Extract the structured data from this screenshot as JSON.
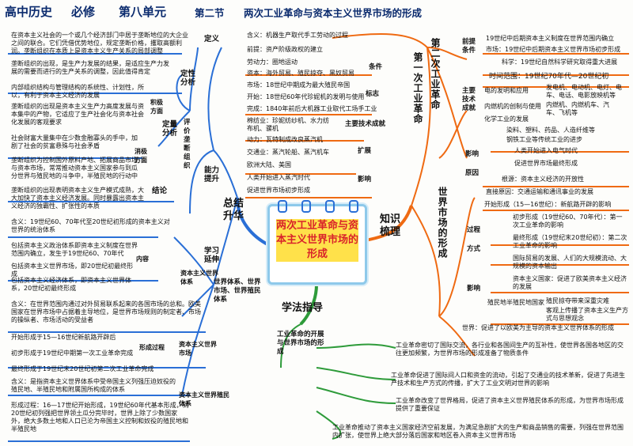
{
  "header": {
    "subject": "高中历史",
    "volume": "必修",
    "unit": "第八单元",
    "section": "第二节",
    "title": "两次工业革命与资本主义世界市场的形成"
  },
  "center": {
    "title": "两次工业革命与资本主义世界市场的形成"
  },
  "branches": {
    "summary": "总结升华",
    "knowledge": "知识梳理",
    "method": "学法指导"
  },
  "summary": {
    "ability": "能力提升",
    "review": "学习延伸",
    "evaluate": "评价垄断组织",
    "definition": "定义",
    "def_text": "在资本主义社会的一个或几个经济部门中居于垄断地位的大企业之间的联合。它们凭借优势地位，规定垄断价格，攫取高额利润。垄断组织在本质上是资本主义生产关系的局部调整",
    "ruleback": "定性分析",
    "rule_text": "垄断组织的出现，是生产力发展的结果，是适应生产力发展的需要而进行的生产关系的调整，因此值得肯定",
    "quant": "定量分析",
    "positive": "积极方面",
    "pos1": "内部组织结构与管理结构的系统性、计划性，所以，有利于资本主义经济的发展",
    "pos2": "垄断组织的出现是资本主义生产力高度发展与资本集中的产物，它适应了生产社会化与资本社会化发展的客观要求",
    "negative": "消极方面",
    "neg1": "社会财富大量集中在少数金融寡头的手中，加剧了社会的贫富悬殊与社会矛盾",
    "neg2": "垄断组织为控制国外原料产地、拓展商品市场与资本市场，常常推动资本主义国家参与到瓜分世界与殖民地的斗争中，半殖民地的行动中",
    "conclusion": "结论",
    "conc_text": "垄断组织的出现表明资本主义生产模式成熟，大大加快了资本主义经济发展。同时暴露出资本主义经济的独霸性、扩张性的本质",
    "content_label": "内容",
    "world_system": "世界体系、世界市场、世界殖民体系",
    "system_label": "资本主义世界体系",
    "market_label": "资本主义世界市场",
    "colonial_label": "资本主义世界殖民体系",
    "process_label": "形成过程",
    "content_head": "含义：19世纪60、70年代至20世纪初形成的资本主义对世界的统治体系",
    "c1": "包括资本主义政治体系即资本主义制度在世界范围内确立，发生于19世纪60、70年代",
    "c2": "包括资本主义世界市场，即20世纪初最终形成",
    "c3": "包括资本主义经济体系，即资本主义世界体系，20世纪初最终形成",
    "market_def": "含义：在世界范围内通过对外贸易联系起来的各国市场的总和。欧美国家在世界市场中占据着主导地位，是世界市场规则的制定者、市场的操纵者、市场活动的受益者",
    "p1": "开始形成于15—16世纪新航路开辟后",
    "p2": "初步形成于19世纪中期第一次工业革命完成",
    "p3": "最终形成于19世纪末20世纪初第二次工业革命完成",
    "colonial_def": "含义：是指资本主义世界体系中受帝国主义列强压迫奴役的殖民地、半殖民地和附属国所构成的体系",
    "colonial_form": "形成过程：16—17世纪开始形成，19世纪60年代基本形成，到20世纪初列强把世界领土瓜分完毕时，世界上除了少数国家外，绝大多数土地和人口已沦为帝国主义控制和奴役的殖民地和半殖民地"
  },
  "knowledge": {
    "first": "第一次工业革命",
    "world_market": "世界市场的形成",
    "meaning": "含义：机器生产取代手工劳动的过程",
    "conditions": "条件",
    "cond1": "前提：资产阶级政权的建立",
    "cond2": "劳动力：圈地运动",
    "cond3": "资本：海外贸易、殖民掠夺、黑奴贸易",
    "cond4": "市场：18世纪中期成为最大殖民帝国",
    "marks": "标志",
    "mark1": "开始：18世纪60年代珍妮机的发明与使用",
    "mark2": "完成：1840年前后大机器工业取代工场手工业",
    "achievements": "主要技术成就",
    "ach1": "棉纺业：珍妮纺纱机、水力纺布机、骡机",
    "ach2": "动力：瓦特制成改良蒸汽机",
    "ach3": "交通业：蒸汽轮船、蒸汽机车",
    "spread": "扩展",
    "spread1": "欧洲大陆、美国",
    "influence": "影响",
    "inf1": "人类开始进入蒸汽时代",
    "inf2": "促进世界市场初步形成",
    "second": "第二次工业革命",
    "pre": "前提条件",
    "pre1": "19世纪中后期资本主义制度在世界范围内确立",
    "pre2": "市场：19世纪中后期资本主义世界市场初步形成",
    "pre3": "科学：19世纪自然科学研究取得重大进展",
    "time": "时间范围：19世纪70年代—20世纪初",
    "tech": "主要技术成就",
    "t1": "电的发明和应用",
    "t1d": "发电机、电动机、电灯、电车、电话、电影放映机等",
    "t2": "内燃机的创制与使用",
    "t2d": "内燃机、内燃机车、汽车、飞机等",
    "t3": "化学工业的发展",
    "t3d": "染料、塑料、药品、人造纤维等",
    "t4": "钢铁工业等传统工业的进步",
    "inf_label": "影响",
    "sinf1": "人类开始进入电气时代",
    "sinf2": "促进世界市场最终形成",
    "reason": "原因",
    "r1": "根源：资本主义经济的开放性",
    "r2": "直接原因：交通运输和通讯事业的发展",
    "start": "开始形成（15—16世纪）：新航路开辟的影响",
    "process": "过程",
    "pr1": "初步形成（19世纪60、70年代）：第一次工业革命的影响",
    "pr2": "最终形成（19世纪末20世纪初）：第二次工业革命的影响",
    "mode": "方式",
    "m1": "国际贸易的发展、人们的大规模流动、大规模的资本输出",
    "influence2": "影响",
    "i1": "资本主义国家：促进了欧美资本主义经济的发展",
    "colonies": "殖民地半殖民地国家",
    "i2": "殖民掠夺带来深重灾难",
    "i3": "客观上传播了资本主义生产方式与思想观念",
    "i4": "世界：促进了以欧美为主导的资本主义世界体系的形成"
  },
  "method": {
    "topic": "工业革命的开展与世界市场的形成",
    "m1": "工业革命密切了国际交流，各行业和各国间生产的互补性，使世界各国各地区的交往更加频繁，为世界市场的形成准备了物质条件",
    "m2": "工业革命促进了国际间人口和资金的流动，引起了交通业的技术革新，促进了先进生产技术和生产方式的传播，扩大了工业文明对世界的影响",
    "m3": "工业革命改变了世界格局，促进了资本主义世界殖民体系的形成，为世界市场形成提供了重要保证",
    "m4": "工业革命推动了资本主义国家经济空前发展，为满足急剧扩大的生产和商品销售的需要，列强在世界范围内扩张，使世界上绝大部分落后国家和地区卷入资本主义世界市场"
  },
  "colors": {
    "blue": "#1f6fd1",
    "orange": "#ef6a12",
    "green": "#2e9b3a",
    "navy": "#0b2b6e"
  }
}
